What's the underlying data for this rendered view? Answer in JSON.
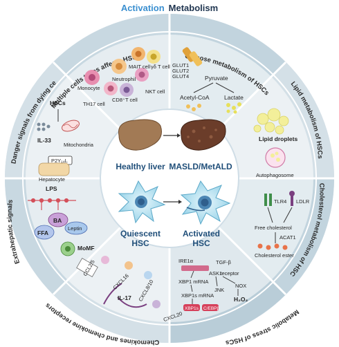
{
  "header": {
    "activation": "Activation",
    "metabolism": "Metabolism"
  },
  "segments": {
    "multiple_cells": "Multiple cells types affects HSC",
    "glucose": "Glucose metabolism of HSCs",
    "lipid": "Lipid metabolism of HSCs",
    "cholesterol": "Cholesterol metabolism of HSCs",
    "stress": "Metabolic stress of HSCs",
    "chemokines": "Chemokines and chemokine receptors",
    "extrahepatic": "Extrahepatic signals",
    "danger": "Danger signals from dying cells"
  },
  "center": {
    "healthy_liver": "Healthy liver",
    "masld": "MASLD/MetALD",
    "quiescent_1": "Quiescent",
    "quiescent_2": "HSC",
    "activated_1": "Activated",
    "activated_2": "HSC"
  },
  "cells": {
    "monocyte": "Monocyte",
    "neutrophil": "Neutrophil",
    "mait": "MAIT cell",
    "gdt": "γδ T cell",
    "nkt": "NKT cell",
    "cd8": "CD8⁺T cell",
    "th17": "TH17 cell"
  },
  "glucose": {
    "glut1": "GLUT1",
    "glut2": "GLUT2",
    "glut4": "GLUT4",
    "pyruvate": "Pyruvate",
    "acetyl": "Acetyl-CoA",
    "lactate": "Lactate"
  },
  "lipid": {
    "droplets": "Lipid droplets",
    "autophagosome": "Autophagosome"
  },
  "cholesterol": {
    "tlr4": "TLR4",
    "ldlr": "LDLR",
    "free": "Free cholesterol",
    "acat1": "ACAT1",
    "ester": "Cholesterol ester"
  },
  "stress": {
    "ire1a": "IRE1α",
    "tgfb": "TGF-β",
    "receptor": "receptor",
    "ask1": "ASK1",
    "xbp1_mrna": "XBP1 mRNA",
    "jnk": "JNK",
    "nox": "NOX",
    "xbp1s_mrna": "XBP1s mRNA",
    "h2o2": "H₂O₂",
    "xbp1s": "XBP1s",
    "cebpb": "C/EBPβ"
  },
  "chemo": {
    "ccl25": "CCL2/5",
    "cxcl16": "CXCL16",
    "cxcl810": "CXCL8/10",
    "il17": "IL-17",
    "cxcl20": "CXCL20"
  },
  "extra": {
    "lps": "LPS",
    "ba": "BA",
    "ffa": "FFA",
    "leptin": "Leptin",
    "momf": "MoMF"
  },
  "danger": {
    "hscs": "HSCs",
    "il33": "IL-33",
    "mito": "Mitochondria",
    "p2y": "P2Y₁₄L",
    "hepatocyte": "Hepatocyte"
  },
  "colors": {
    "ring": "#c8d6df",
    "ring_alt": "#aec4d0",
    "inner": "#ffffff",
    "hsc": "#b9e3f2",
    "title_blue": "#1f4e79",
    "activation": "#3a8fd0"
  }
}
